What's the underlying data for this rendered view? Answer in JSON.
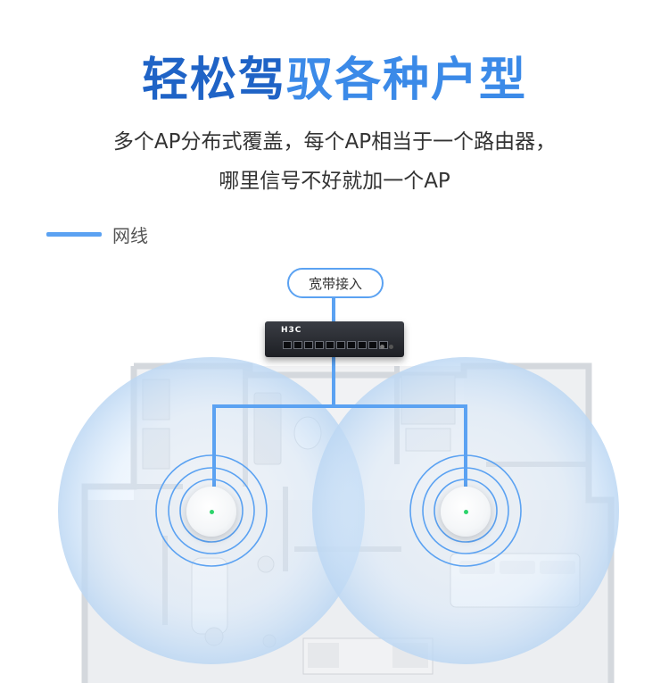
{
  "header": {
    "title_part1": "轻松驾",
    "title_part2": "驭各种户型",
    "subtitle_line1": "多个AP分布式覆盖，每个AP相当于一个路由器，",
    "subtitle_line2": "哪里信号不好就加一个AP"
  },
  "legend": {
    "label": "网线",
    "color": "#5ba2f2"
  },
  "diagram": {
    "source_label": "宽带接入",
    "switch_brand": "H3C",
    "cable_color": "#5ba2f2",
    "ap_led_color": "#2cd46b",
    "coverage_color": "#bcd7f3"
  },
  "colors": {
    "title_dark": "#1f63c6",
    "title_light": "#3b8ae8",
    "text": "#333333"
  }
}
